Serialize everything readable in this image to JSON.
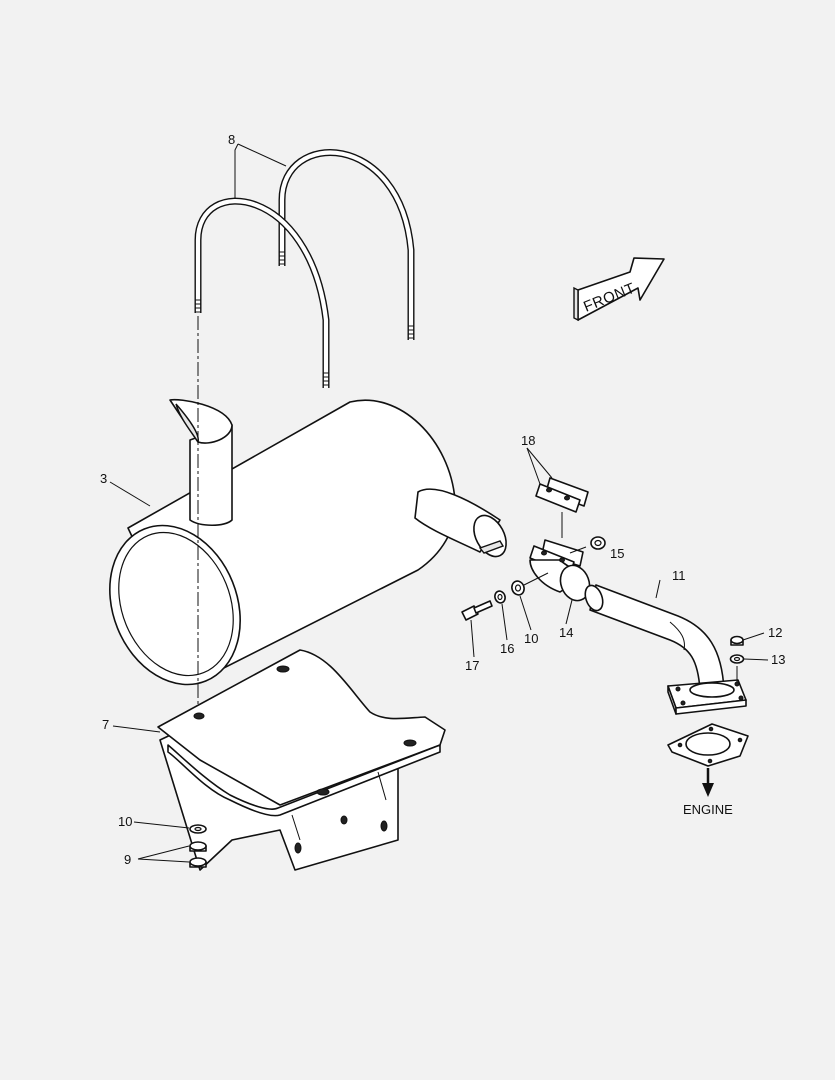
{
  "callouts": {
    "c3": "3",
    "c7": "7",
    "c8": "8",
    "c9": "9",
    "c10_left": "10",
    "c10_right": "10",
    "c11": "11",
    "c12": "12",
    "c13": "13",
    "c14": "14",
    "c15": "15",
    "c16": "16",
    "c17": "17",
    "c18": "18"
  },
  "labels": {
    "front": "FRONT",
    "engine": "ENGINE"
  },
  "colors": {
    "background": "#f2f2f2",
    "line": "#111111",
    "fill": "#ffffff"
  }
}
